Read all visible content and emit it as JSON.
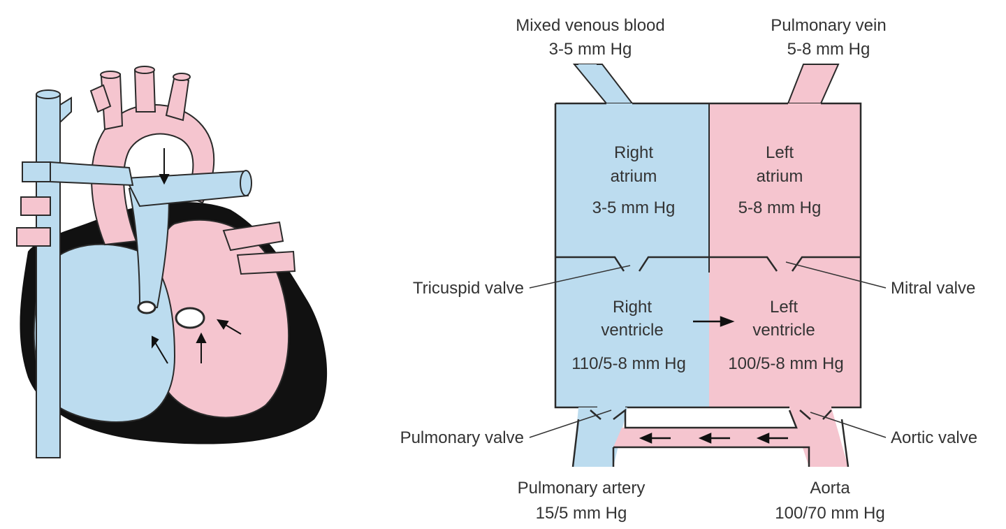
{
  "colors": {
    "venous": "#bcdcef",
    "arterial": "#f5c5cf",
    "outline": "#2a2a2a",
    "muscle": "#111111",
    "text": "#333333"
  },
  "top": {
    "venous_title": "Mixed venous blood",
    "venous_pressure": "3-5 mm Hg",
    "vein_title": "Pulmonary vein",
    "vein_pressure": "5-8 mm Hg"
  },
  "chambers": {
    "right_atrium": {
      "line1": "Right",
      "line2": "atrium",
      "pressure": "3-5 mm Hg"
    },
    "left_atrium": {
      "line1": "Left",
      "line2": "atrium",
      "pressure": "5-8 mm Hg"
    },
    "right_ventricle": {
      "line1": "Right",
      "line2": "ventricle",
      "pressure": "110/5-8 mm Hg"
    },
    "left_ventricle": {
      "line1": "Left",
      "line2": "ventricle",
      "pressure": "100/5-8 mm Hg"
    }
  },
  "valves": {
    "tricuspid": "Tricuspid valve",
    "mitral": "Mitral valve",
    "pulmonary": "Pulmonary valve",
    "aortic": "Aortic valve"
  },
  "bottom": {
    "artery_title": "Pulmonary artery",
    "artery_pressure": "15/5 mm Hg",
    "aorta_title": "Aorta",
    "aorta_pressure": "100/70 mm Hg"
  },
  "icons": [
    "heart-illustration",
    "flow-arrow-icon"
  ]
}
